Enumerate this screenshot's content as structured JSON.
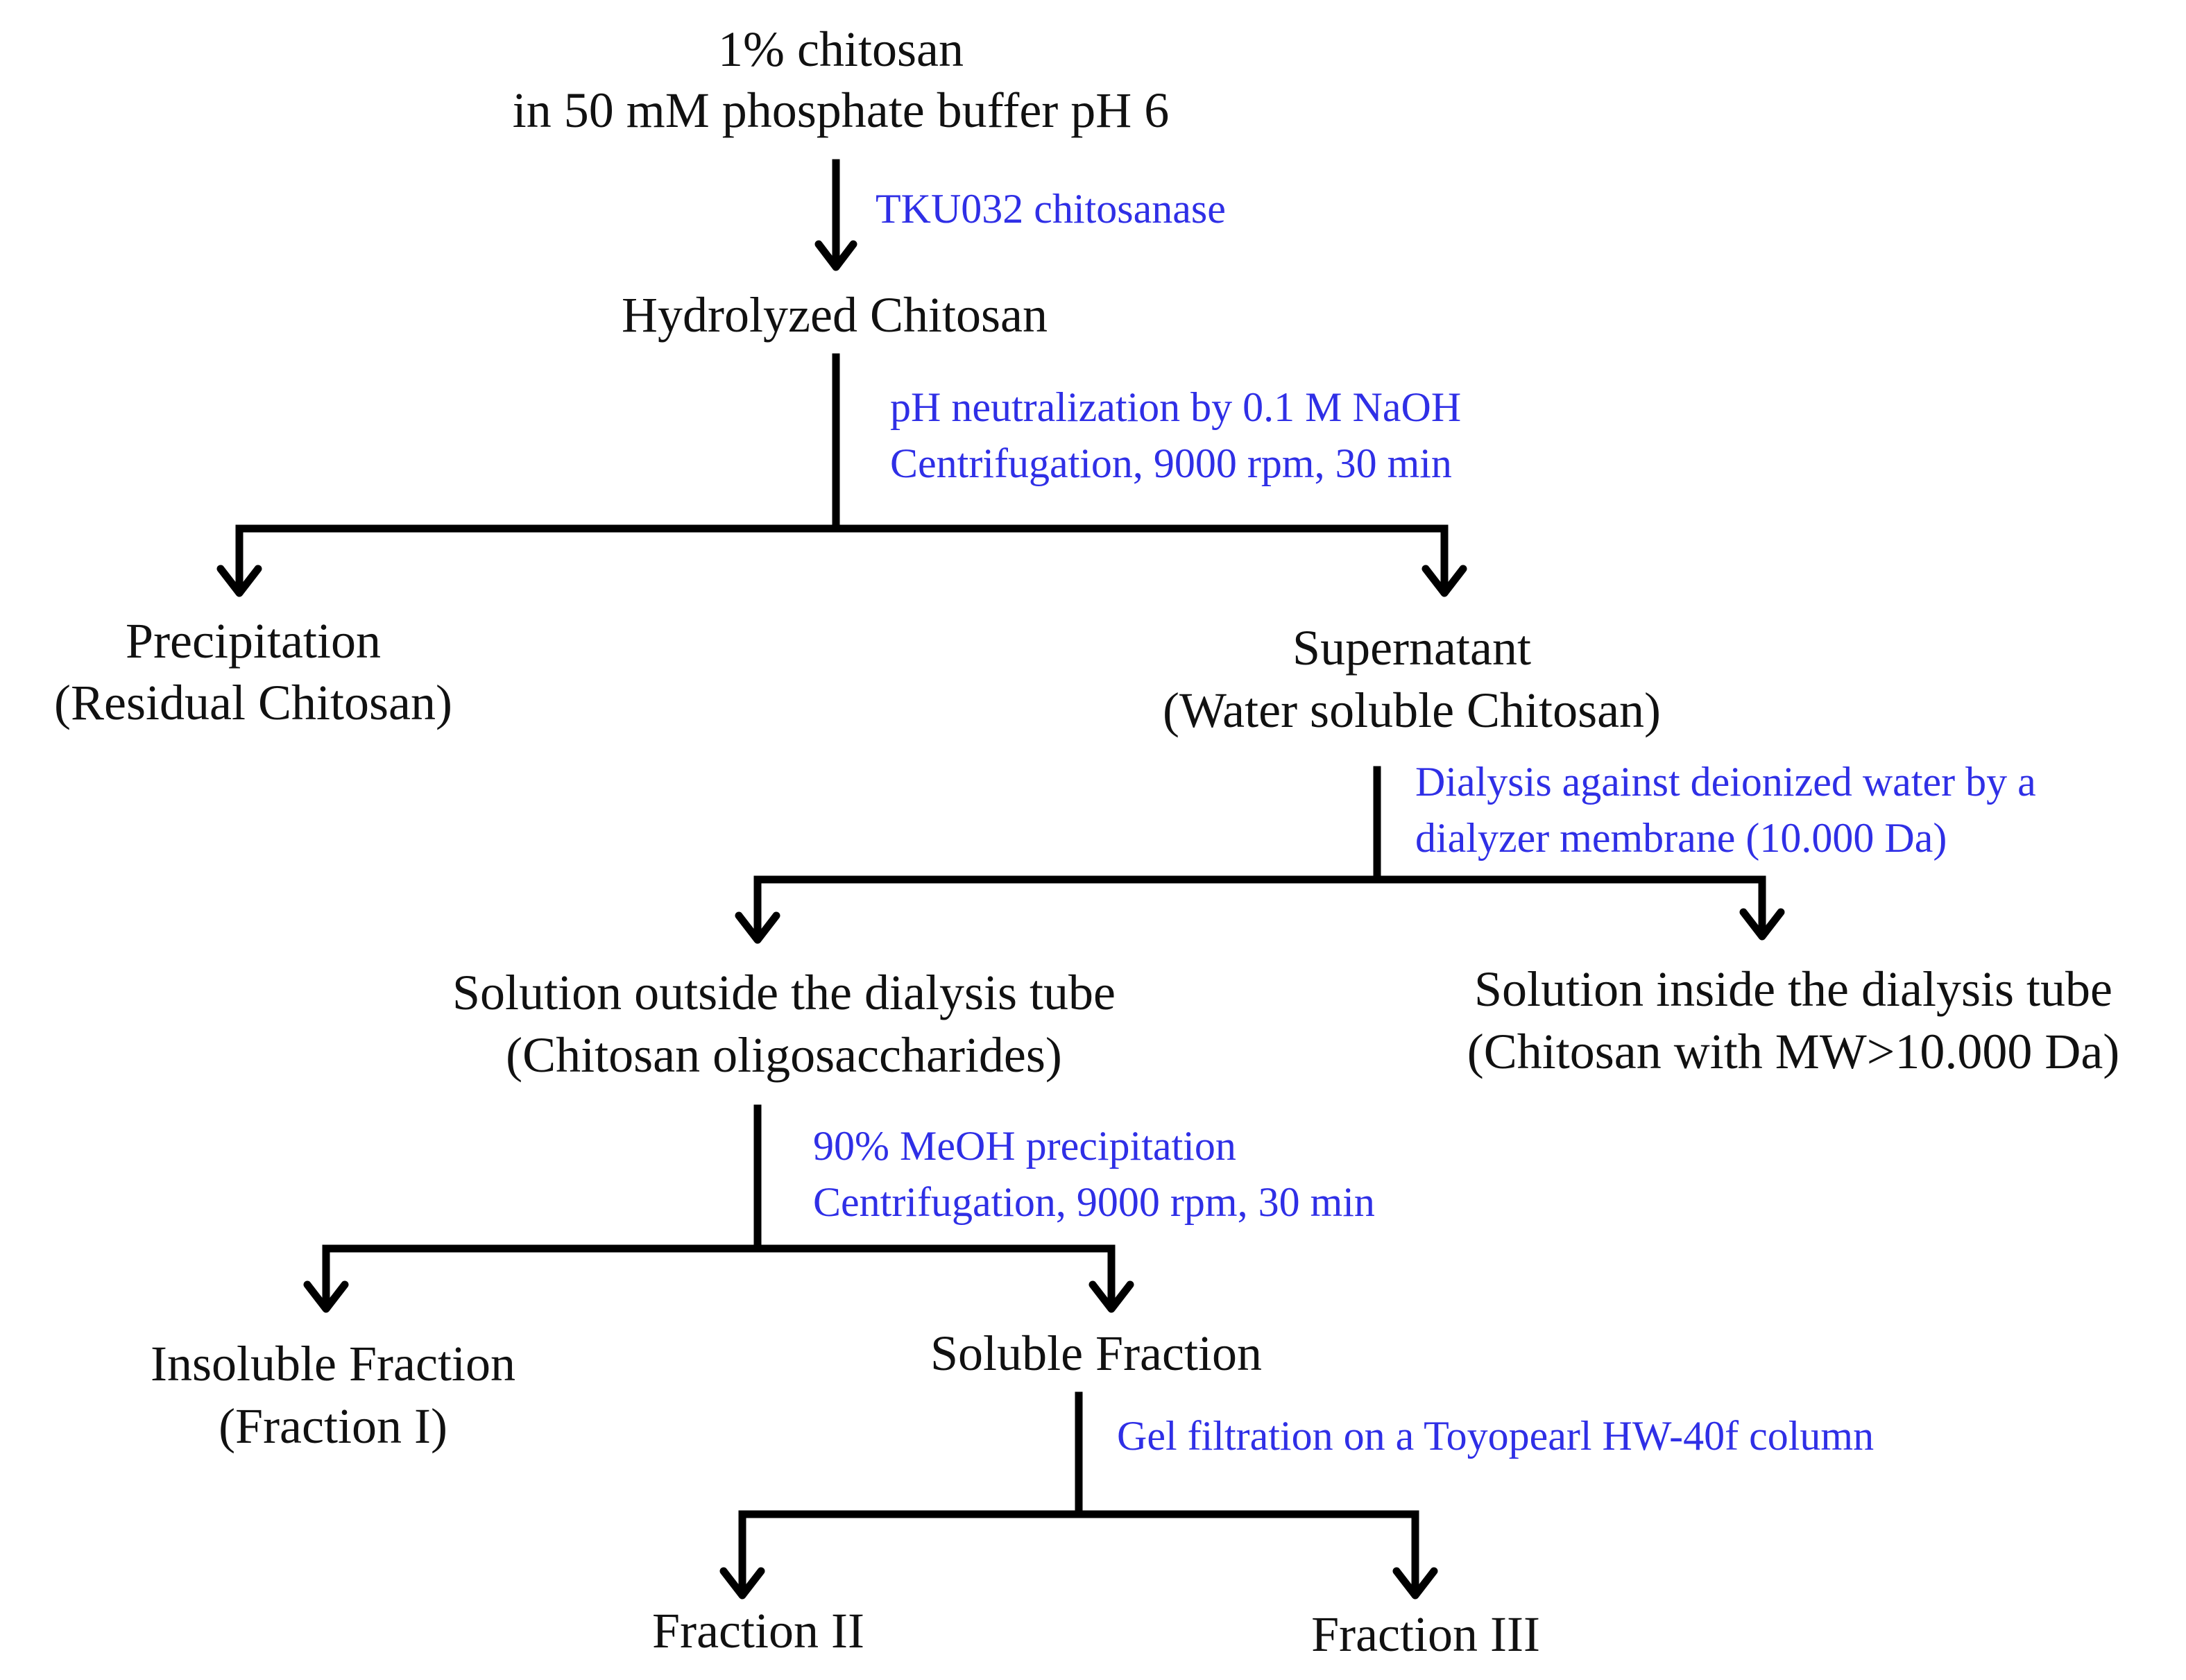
{
  "colors": {
    "text": "#111111",
    "step_text": "#2f2fe6",
    "lines": "#000000",
    "background": "#ffffff"
  },
  "nodes": {
    "start_line1": "1% chitosan",
    "start_line2": "in 50 mM phosphate buffer pH 6",
    "hydrolyzed": "Hydrolyzed Chitosan",
    "precipitation_line1": "Precipitation",
    "precipitation_line2": "(Residual Chitosan)",
    "supernatant_line1": "Supernatant",
    "supernatant_line2": "(Water soluble Chitosan)",
    "outside_line1": "Solution outside the dialysis tube",
    "outside_line2": "(Chitosan oligosaccharides)",
    "inside_line1": "Solution inside the dialysis tube",
    "inside_line2": "(Chitosan with MW>10.000 Da)",
    "insoluble_line1": "Insoluble Fraction",
    "insoluble_line2": "(Fraction I)",
    "soluble": "Soluble Fraction",
    "fraction2": "Fraction II",
    "fraction3": "Fraction III"
  },
  "steps": {
    "enzyme": "TKU032 chitosanase",
    "neutralization": "pH neutralization  by 0.1 M NaOH",
    "centrifugation1": "Centrifugation,  9000 rpm, 30 min",
    "dialysis_line1": "Dialysis against deionized water by a",
    "dialysis_line2": "dialyzer membrane (10.000 Da)",
    "methanol": "90% MeOH precipitation",
    "centrifugation2": "Centrifugation,  9000 rpm, 30 min",
    "gel_filtration": "Gel filtration  on a Toyopearl HW-40f column"
  }
}
